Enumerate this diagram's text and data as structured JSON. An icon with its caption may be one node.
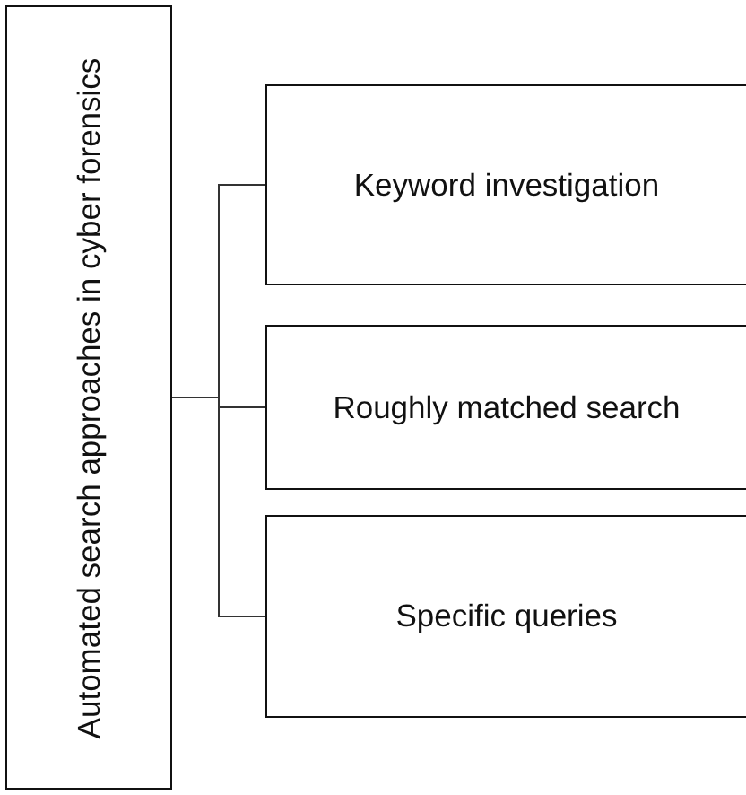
{
  "diagram": {
    "nodes": [
      {
        "text": [
          "Automated search approaches in cyber forensics"
        ]
      },
      {
        "text": [
          "Keyword investigation"
        ]
      },
      {
        "text": [
          "Roughly matched search"
        ]
      },
      {
        "text": [
          "Specific queries"
        ]
      }
    ],
    "edges": [
      {
        "from": 0,
        "to": 1,
        "arrow": "none"
      },
      {
        "from": 0,
        "to": 2,
        "arrow": "none"
      },
      {
        "from": 0,
        "to": 3,
        "arrow": "none"
      }
    ]
  }
}
